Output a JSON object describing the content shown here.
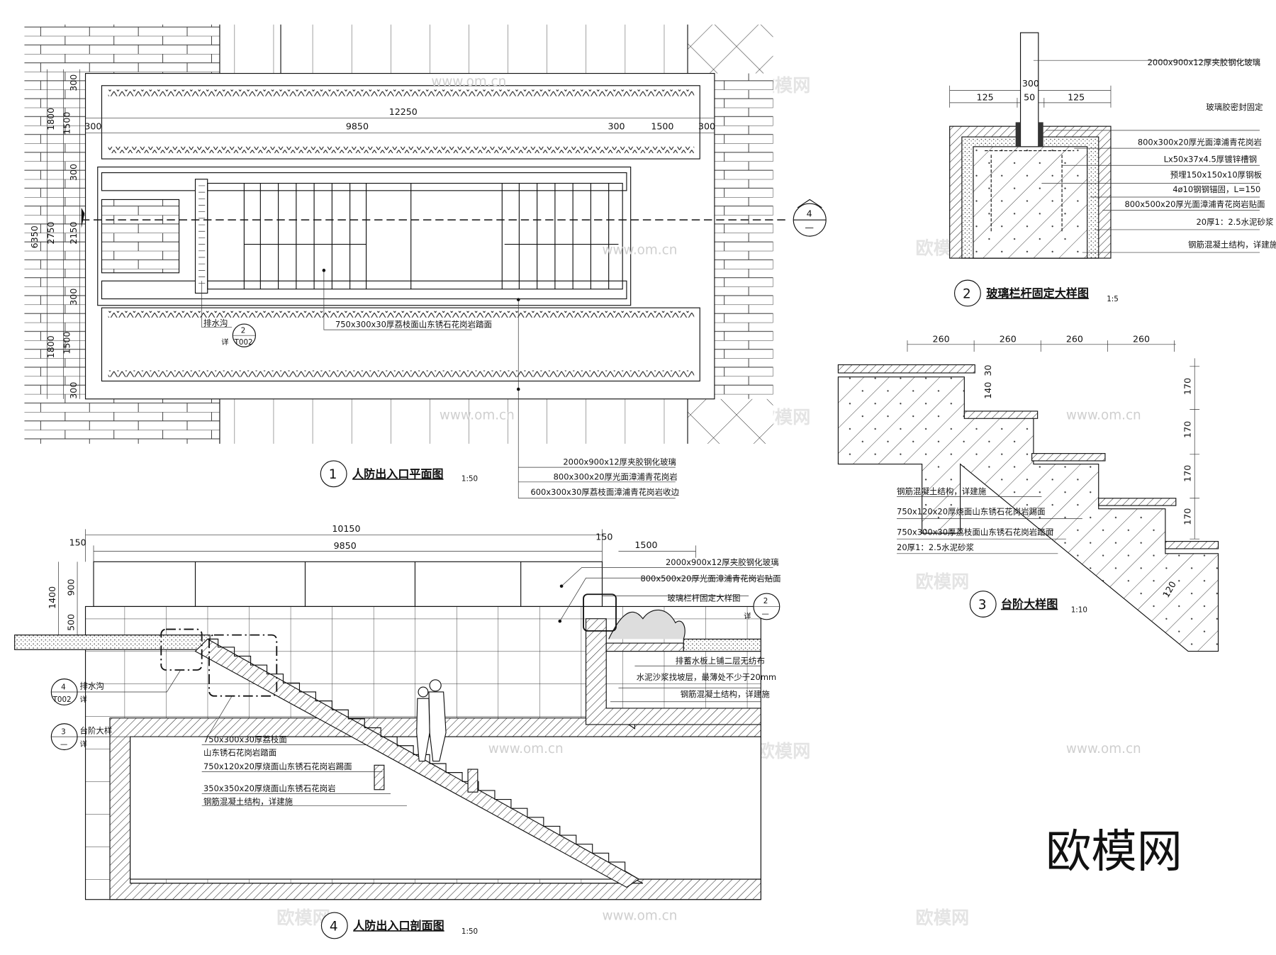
{
  "plan": {
    "title": "人防出入口平面图",
    "number": "1",
    "scale": "1:50",
    "dims_top": [
      "12250",
      "9850",
      "300",
      "300",
      "1500",
      "300"
    ],
    "dims_left": [
      "300",
      "1800",
      "1500",
      "300",
      "6350",
      "2750",
      "2150",
      "300",
      "1800",
      "1500",
      "300"
    ],
    "label_paving": "750x300x30厚荔枝面山东锈石花岗岩踏面",
    "drain_label": "排水沟",
    "drain_ref": {
      "num": "2",
      "sheet": "T002",
      "suffix": "详"
    },
    "section_marker": {
      "num": "4",
      "sheet": "—"
    },
    "legend": [
      "2000x900x12厚夹胶钢化玻璃",
      "800x300x20厚光面漳浦青花岗岩",
      "600x300x30厚荔枝面漳浦青花岗岩收边"
    ]
  },
  "detail2": {
    "title": "玻璃栏杆固定大样图",
    "number": "2",
    "scale": "1:5",
    "dims": [
      "300",
      "125",
      "50",
      "125"
    ],
    "labels": [
      "2000x900x12厚夹胶钢化玻璃",
      "玻璃胶密封固定",
      "800x300x20厚光面漳浦青花岗岩",
      "Lx50x37x4.5厚镀锌槽钢",
      "预埋150x150x10厚钢板",
      "4ø10钢钢锚固，L=150",
      "800x500x20厚光面漳浦青花岗岩贴面",
      "20厚1：2.5水泥砂浆",
      "钢筋混凝土结构，详建施"
    ]
  },
  "detail3": {
    "title": "台阶大样图",
    "number": "3",
    "scale": "1:10",
    "dims_top": [
      "260",
      "260",
      "260",
      "260"
    ],
    "dims_right": [
      "170",
      "170",
      "170",
      "170"
    ],
    "dims_misc": [
      "30",
      "140",
      "120"
    ],
    "labels": [
      "钢筋混凝土结构，详建施",
      "750x120x20厚烧面山东锈石花岗岩踢面",
      "750x300x30厚荔枝面山东锈石花岗岩踏面",
      "20厚1：2.5水泥砂浆"
    ]
  },
  "section": {
    "title": "人防出入口剖面图",
    "number": "4",
    "scale": "1:50",
    "dims_top": [
      "10150",
      "9850",
      "150",
      "150",
      "1500"
    ],
    "dims_left": [
      "1400",
      "900",
      "500"
    ],
    "labels_right": [
      "2000x900x12厚夹胶钢化玻璃",
      "800x500x20厚光面漳浦青花岗岩贴面",
      "玻璃栏杆固定大样图"
    ],
    "ref2": {
      "num": "2",
      "sheet": "—",
      "suffix": "详"
    },
    "planter_labels": [
      "排蓄水板上铺二层无纺布",
      "水泥沙浆找坡层，最薄处不少于20mm",
      "钢筋混凝土结构，详建施"
    ],
    "ref_drain": {
      "label": "排水沟",
      "num": "4",
      "sheet": "T002",
      "suffix": "详"
    },
    "ref_step": {
      "label": "台阶大样",
      "num": "3",
      "sheet": "—",
      "suffix": "详"
    },
    "stair_labels": [
      "750x300x30厚荔枝面",
      "山东锈石花岗岩踏面",
      "750x120x20厚烧面山东锈石花岗岩踢面",
      "350x350x20厚烧面山东锈石花岗岩",
      "钢筋混凝土结构，详建施"
    ]
  },
  "watermark": {
    "brand": "欧模网",
    "url": "www.om.cn"
  }
}
